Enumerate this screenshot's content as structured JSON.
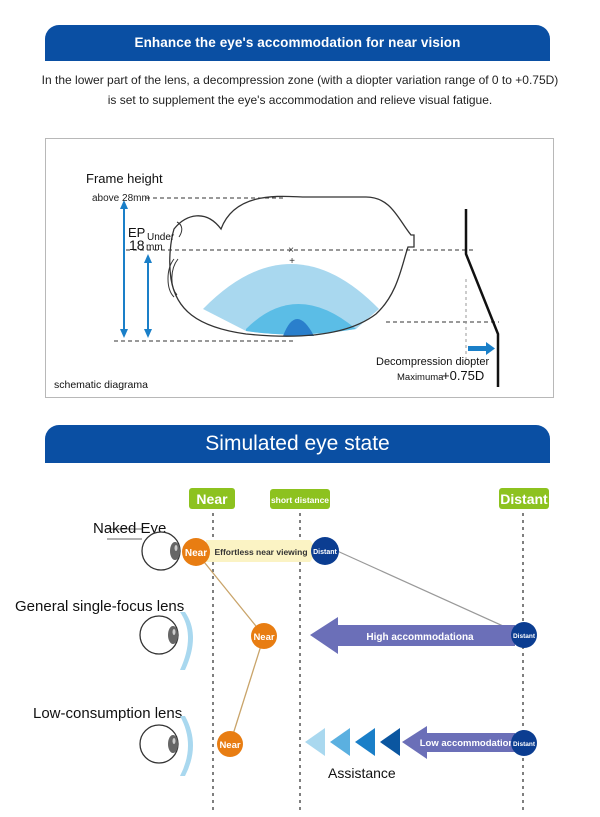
{
  "section1": {
    "title": "Enhance the eye's accommodation for near vision",
    "description_line1": "In the lower part of the lens, a decompression zone (with a diopter variation range of 0 to +0.75D)",
    "description_line2": "is set to supplement the eye's accommodation and relieve visual fatigue.",
    "diagram": {
      "frame_height_label": "Frame height",
      "frame_height_value": "above 28mm",
      "ep_label": "EP",
      "ep_sub": "Under",
      "ep_value": "18",
      "ep_unit": "mm",
      "decompression_label": "Decompression diopter",
      "maximum_label": "Maximuma",
      "maximum_value": "+0.75D",
      "caption": "schematic diagrama",
      "colors": {
        "zone_outer": "#a9d8ef",
        "zone_middle": "#5bbde6",
        "zone_inner": "#2a7fcc",
        "arrow": "#1a7fc8"
      }
    }
  },
  "section2": {
    "title": "Simulated eye state",
    "columns": {
      "near": "Near",
      "short_distance": "short distance",
      "distant": "Distant"
    },
    "rows": [
      {
        "label": "Naked Eye",
        "near_node": "Near",
        "distant_node": "Distant",
        "band_text": "Effortless near viewing"
      },
      {
        "label": "General single-focus lens",
        "near_node": "Near",
        "distant_node": "Distant",
        "arrow_text": "High accommodationa"
      },
      {
        "label": "Low-consumption lens",
        "near_node": "Near",
        "distant_node": "Distant",
        "arrow_text": "Low accommodation",
        "assist_text": "Assistance"
      }
    ],
    "colors": {
      "column_tag": "#8dc21f",
      "near_node": "#e87d12",
      "distant_node": "#0b3d91",
      "arrow": "#6b6fb8",
      "band": "#fbf3c4",
      "lens": "#a9d8ef",
      "assist": [
        "#a9d8ef",
        "#5bb0e0",
        "#1a7fc8",
        "#0b56a0"
      ]
    }
  }
}
